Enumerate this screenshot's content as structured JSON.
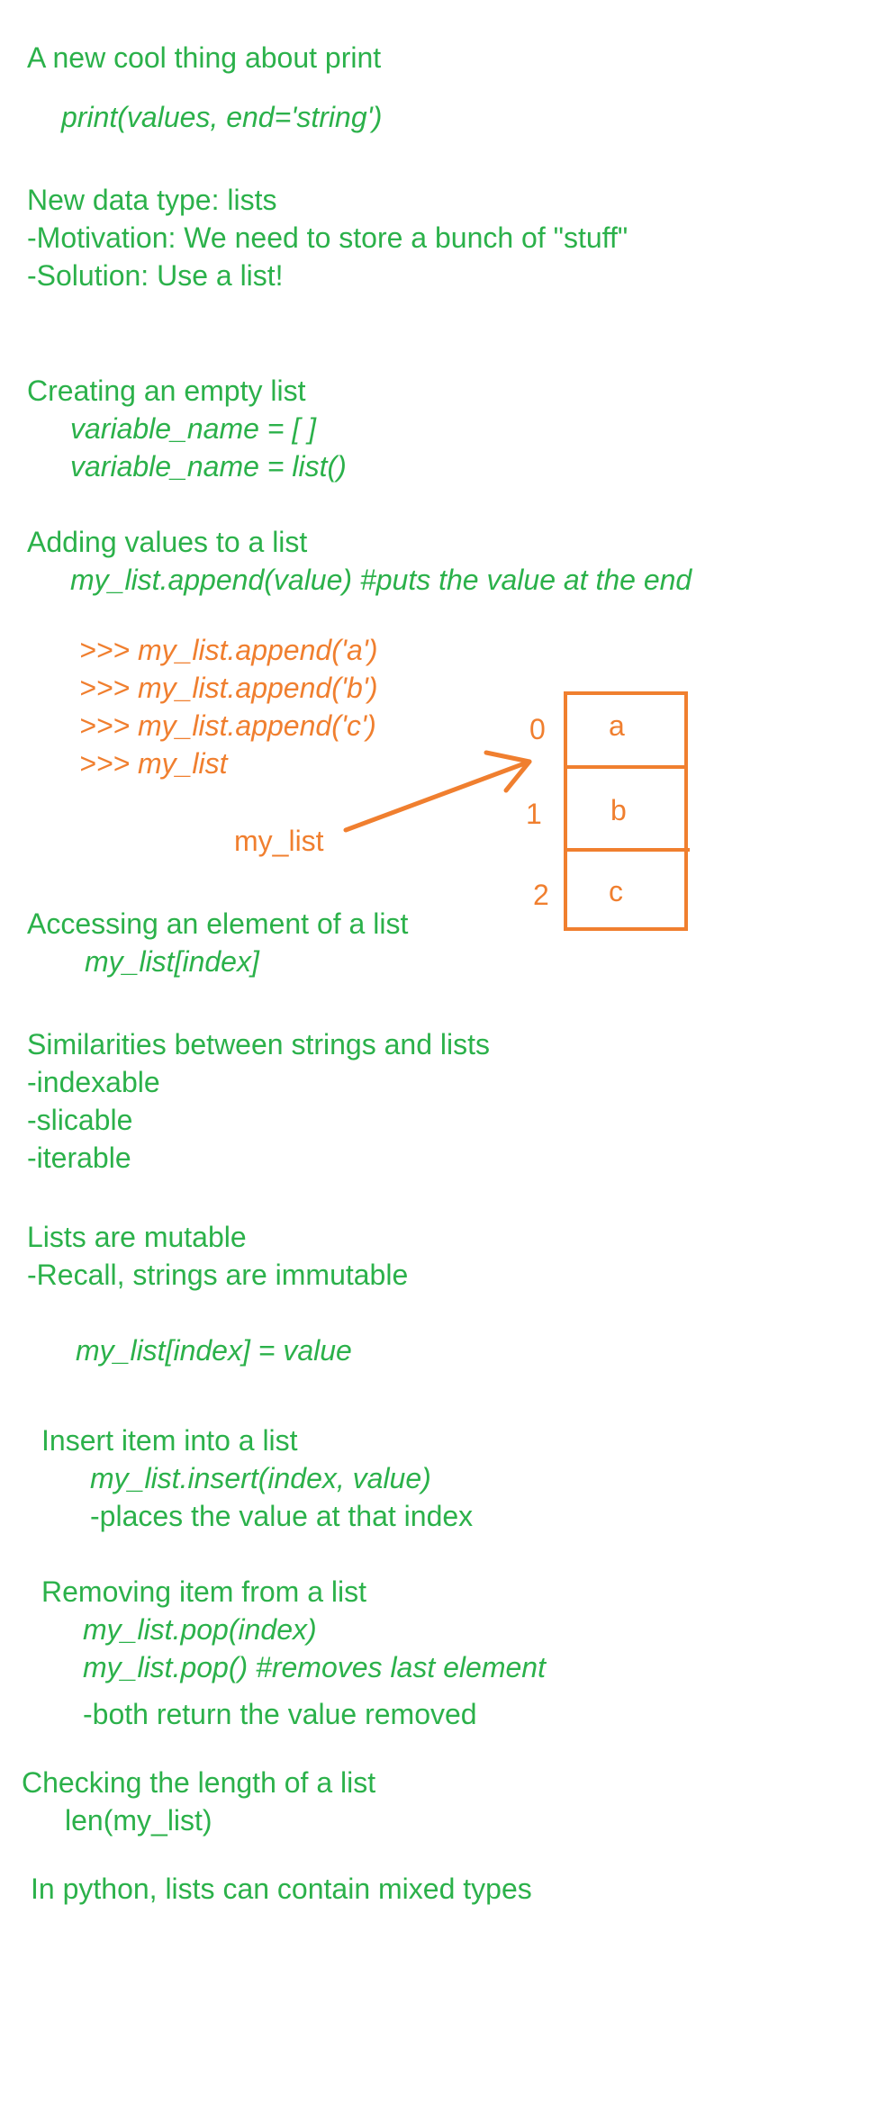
{
  "colors": {
    "text_green": "#2bb14a",
    "accent_orange": "#f07f2f",
    "background": "#ffffff"
  },
  "print_section": {
    "heading": "A new cool thing about print",
    "code": "print(values, end='string')"
  },
  "lists_intro": {
    "heading": "New data type: lists",
    "motivation": "-Motivation: We need to store a bunch of \"stuff\"",
    "solution": "-Solution: Use a list!"
  },
  "create_empty": {
    "heading": "Creating an empty list",
    "code_lines": [
      "variable_name = [ ]",
      "variable_name = list()"
    ]
  },
  "adding_values": {
    "heading": "Adding values to a list",
    "code": "my_list.append(value) #puts the value at the end",
    "repl_lines": [
      ">>> my_list.append('a')",
      ">>> my_list.append('b')",
      ">>> my_list.append('c')",
      ">>> my_list"
    ]
  },
  "diagram": {
    "variable_label": "my_list",
    "indices": [
      "0",
      "1",
      "2"
    ],
    "cells": [
      "a",
      "b",
      "c"
    ]
  },
  "accessing": {
    "heading": "Accessing an element of a list",
    "code": "my_list[index]"
  },
  "similarities": {
    "heading": "Similarities between strings and lists",
    "items": [
      "-indexable",
      "-slicable",
      "-iterable"
    ]
  },
  "mutability": {
    "heading": "Lists are mutable",
    "recall": "-Recall, strings are immutable",
    "code": "my_list[index] = value"
  },
  "insert": {
    "heading": "Insert item into a list",
    "code": "my_list.insert(index, value)",
    "note": "-places the value at that index"
  },
  "removing": {
    "heading": "Removing item from a list",
    "code_lines": [
      "my_list.pop(index)",
      "my_list.pop() #removes last element"
    ],
    "note": "-both return the value removed"
  },
  "length": {
    "heading": "Checking the length of a list",
    "code": "len(my_list)"
  },
  "mixed_types": {
    "text": "In python, lists can contain mixed types"
  }
}
